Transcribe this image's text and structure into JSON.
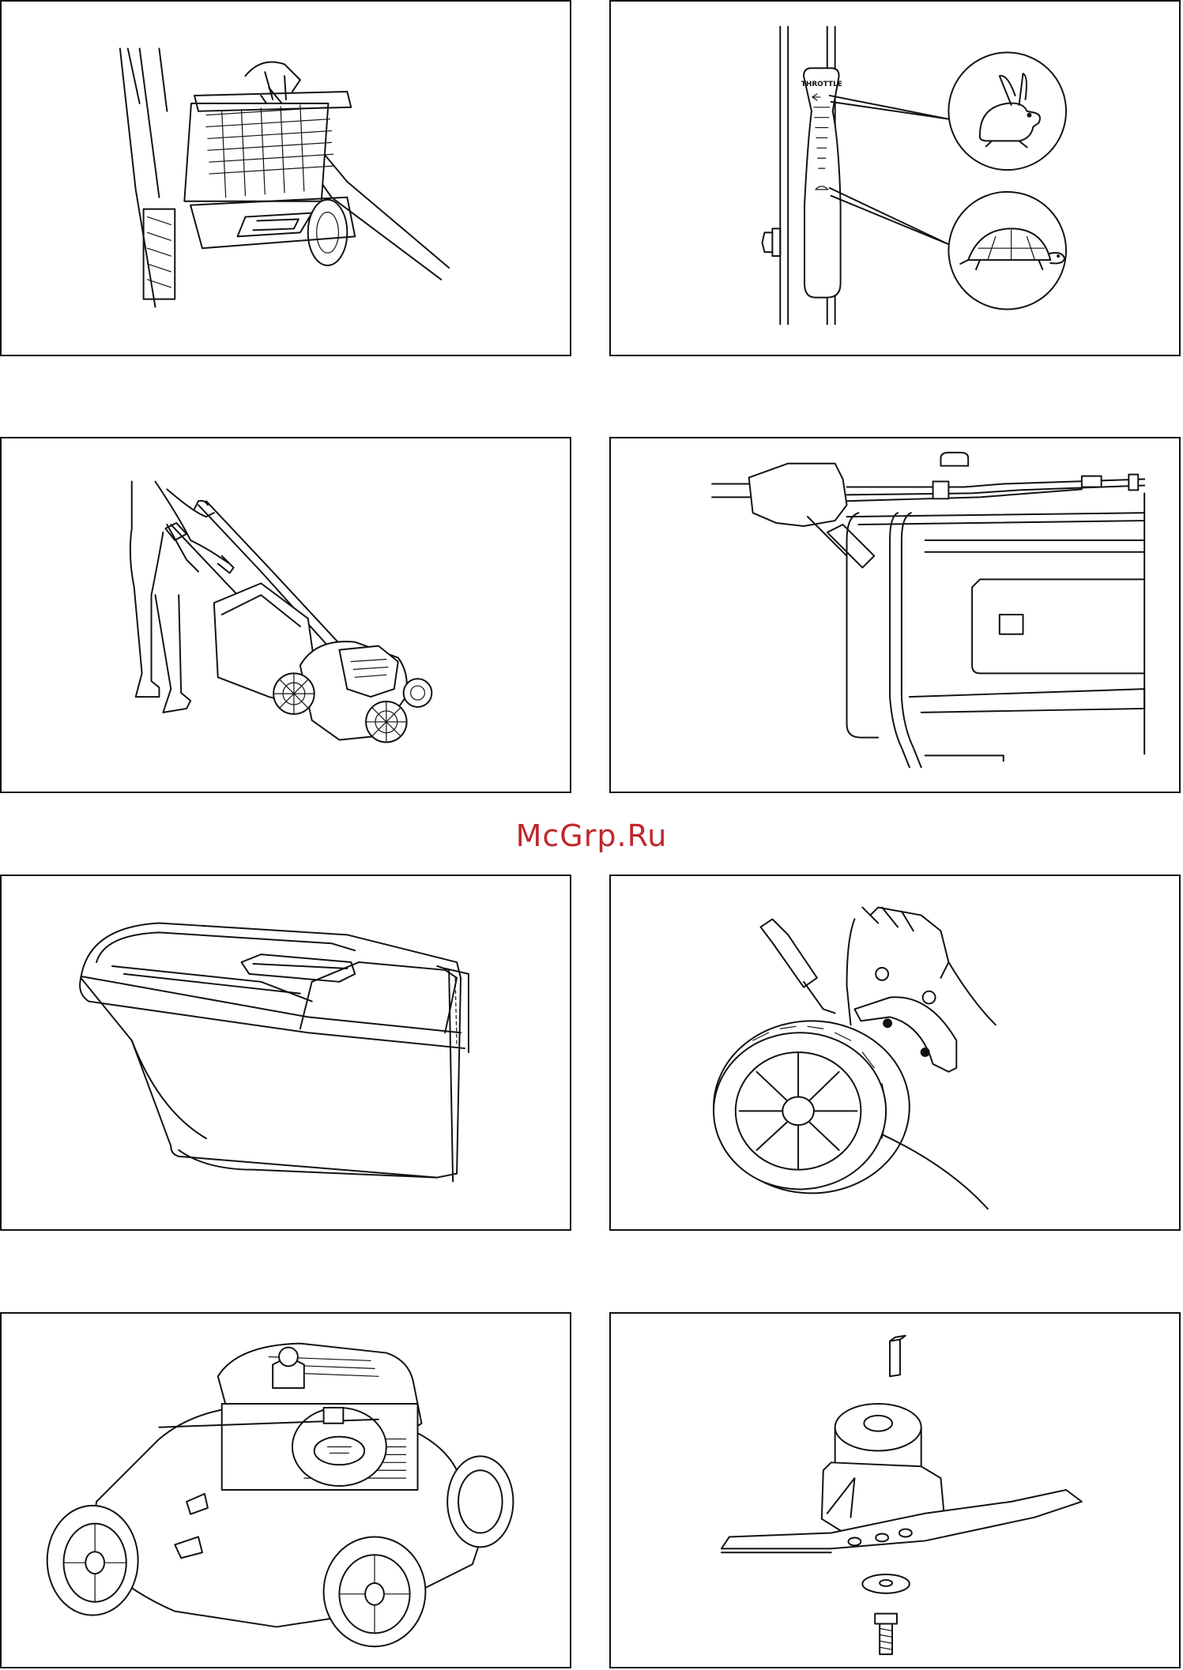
{
  "watermark": {
    "text": "McGrp.Ru",
    "color": "#c0272d"
  },
  "panels": [
    {
      "illustration": "grass-catcher-lid-raised"
    },
    {
      "illustration": "throttle-lever",
      "label": "THROTTLE",
      "fast_symbol": "rabbit-icon",
      "slow_symbol": "turtle-icon"
    },
    {
      "illustration": "operator-pushing-mower"
    },
    {
      "illustration": "handle-cable-routing"
    },
    {
      "illustration": "grass-catcher-bag"
    },
    {
      "illustration": "height-adjust-lever-wheel"
    },
    {
      "illustration": "engine-fuel-cap"
    },
    {
      "illustration": "blade-adapter-assembly"
    }
  ]
}
